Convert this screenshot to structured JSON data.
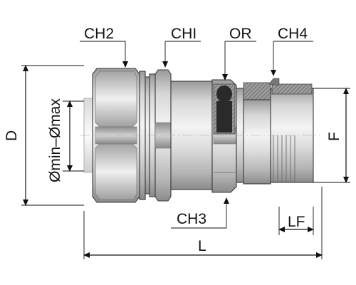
{
  "labels": {
    "ch2": "CH2",
    "chi": "CHI",
    "or": "OR",
    "ch4": "CH4",
    "ch3": "CH3",
    "d": "D",
    "f": "F",
    "lf": "LF",
    "l": "L",
    "diameter_range": "Ømin–Ømax"
  },
  "colors": {
    "metal_light": "#f2f2f2",
    "metal_mid": "#c8c8c8",
    "metal_dark": "#8e8e8e",
    "oring": "#2a2a2a",
    "section_hatch": "#6e6e6e",
    "dimension_line": "#111111"
  }
}
